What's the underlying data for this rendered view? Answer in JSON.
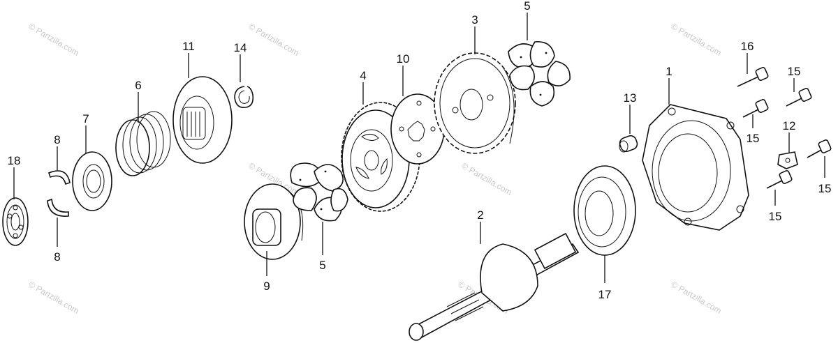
{
  "watermark": {
    "text": "© Partzilla.com"
  },
  "callouts": [
    {
      "id": "c1",
      "text": "1"
    },
    {
      "id": "c2",
      "text": "2"
    },
    {
      "id": "c3",
      "text": "3"
    },
    {
      "id": "c4",
      "text": "4"
    },
    {
      "id": "c5a",
      "text": "5"
    },
    {
      "id": "c5b",
      "text": "5"
    },
    {
      "id": "c6",
      "text": "6"
    },
    {
      "id": "c7",
      "text": "7"
    },
    {
      "id": "c8a",
      "text": "8"
    },
    {
      "id": "c8b",
      "text": "8"
    },
    {
      "id": "c9",
      "text": "9"
    },
    {
      "id": "c10",
      "text": "10"
    },
    {
      "id": "c11",
      "text": "11"
    },
    {
      "id": "c12",
      "text": "12"
    },
    {
      "id": "c13",
      "text": "13"
    },
    {
      "id": "c14",
      "text": "14"
    },
    {
      "id": "c15a",
      "text": "15"
    },
    {
      "id": "c15b",
      "text": "15"
    },
    {
      "id": "c15c",
      "text": "15"
    },
    {
      "id": "c15d",
      "text": "15"
    },
    {
      "id": "c16",
      "text": "16"
    },
    {
      "id": "c17",
      "text": "17"
    },
    {
      "id": "c18",
      "text": "18"
    }
  ]
}
